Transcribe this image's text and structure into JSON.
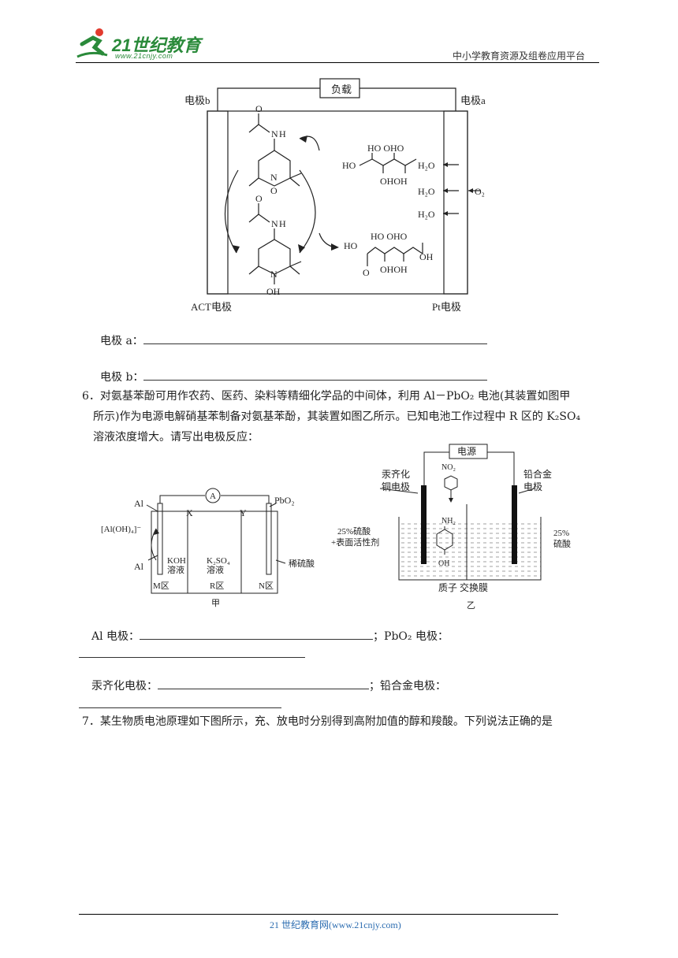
{
  "header": {
    "logo_main": "21世纪教育",
    "logo_sub": "www.21cnjy.com",
    "right_text": "中小学教育资源及组卷应用平台"
  },
  "figure1": {
    "load_label": "负载",
    "electrode_b": "电极b",
    "electrode_a": "电极a",
    "act_electrode": "ACT电极",
    "pt_electrode": "Pt电极",
    "water": "H₂O",
    "oxygen": "O₂",
    "mol_labels": {
      "n_h": "N",
      "h": "H",
      "n": "N",
      "o": "O",
      "oh": "OH",
      "ho": "HO",
      "ohoh": "OHOH",
      "ho_oho": "HO  OHO",
      "o_bottom": "O"
    }
  },
  "q5": {
    "electrode_a_label": "电极 a：",
    "electrode_b_label": "电极 b："
  },
  "q6": {
    "line1": "6．对氨基苯酚可用作农药、医药、染料等精细化学品的中间体，利用 Al－PbO₂ 电池(其装置如图甲",
    "line2": "所示)作为电源电解硝基苯制备对氨基苯酚，其装置如图乙所示。已知电池工作过程中 R 区的 K₂SO₄",
    "line3": "溶液浓度增大。请写出电极反应：",
    "fig_jia": {
      "al": "Al",
      "al_bottom": "Al",
      "pbo2": "PbO₂",
      "ammeter": "A",
      "x": "X",
      "y": "Y",
      "aloh4": "[Al(OH)₄]⁻",
      "koh": "KOH",
      "koh2": "溶液",
      "k2so4": "K₂SO₄",
      "k2so4_2": "溶液",
      "dilute_acid": "稀硫酸",
      "m_zone": "M区",
      "r_zone": "R区",
      "n_zone": "N区",
      "caption": "甲"
    },
    "fig_yi": {
      "power": "电源",
      "amalgam1": "汞齐化",
      "amalgam2": "铜电极",
      "alloy1": "铅合金",
      "alloy2": "电极",
      "left_sol1": "25%硫酸",
      "left_sol2": "+表面活性剂",
      "right_sol1": "25%",
      "right_sol2": "硫酸",
      "membrane": "质子 交换膜",
      "no2": "NO₂",
      "nh2": "NH₂",
      "oh": "OH",
      "caption": "乙"
    },
    "al_electrode": "Al 电极：",
    "pbo2_electrode": "；PbO₂ 电极：",
    "amalgam_electrode": "汞齐化电极：",
    "alloy_electrode": "；铅合金电极："
  },
  "q7": {
    "text": "7．某生物质电池原理如下图所示，充、放电时分别得到高附加值的醇和羧酸。下列说法正确的是"
  },
  "footer": {
    "text": "21 世纪教育网(www.21cnjy.com)"
  }
}
